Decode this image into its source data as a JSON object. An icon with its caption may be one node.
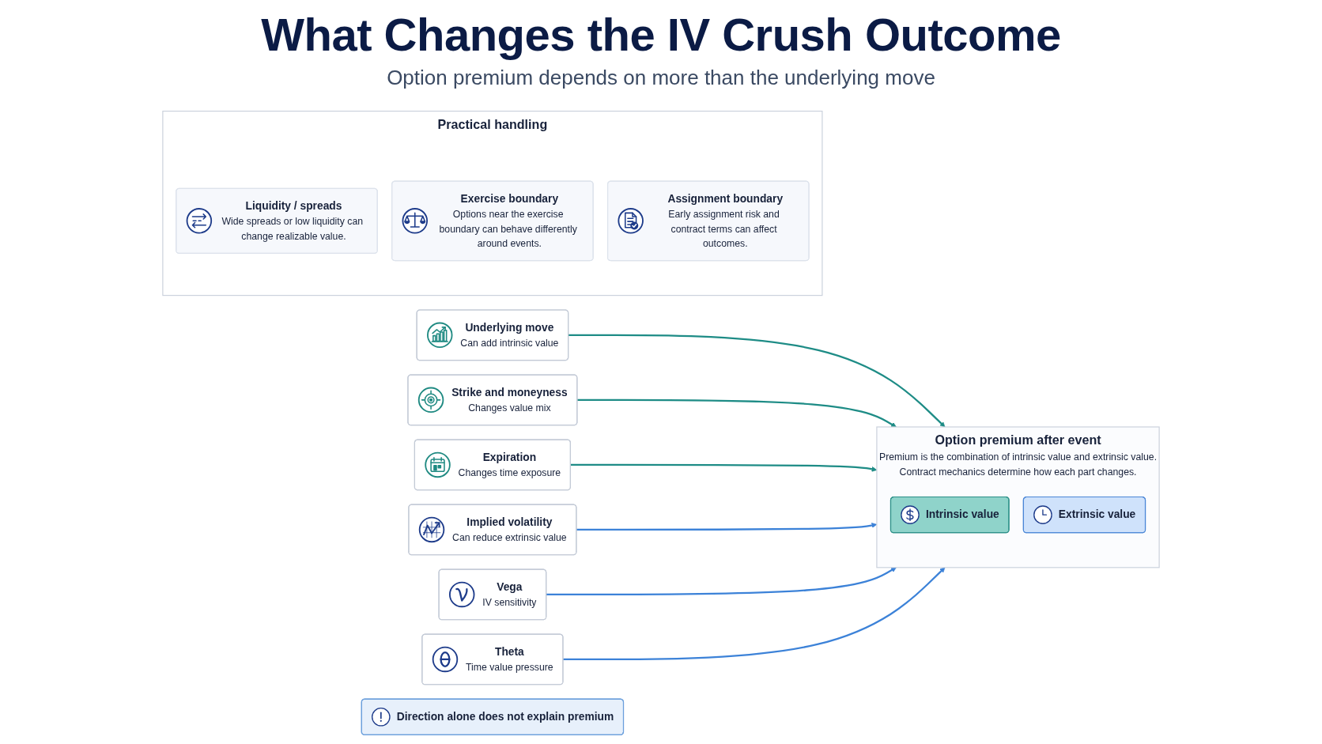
{
  "diagram": {
    "title": "What Changes the IV Crush Outcome",
    "nodes": [
      {
        "text": [
          "Underlying move",
          "Can add intrinsic value"
        ]
      },
      {
        "text": [
          "Strike and moneyness",
          "Changes value mix"
        ]
      },
      {
        "text": [
          "Expiration",
          "Changes time exposure"
        ]
      },
      {
        "text": [
          "Option premium after event",
          "Premium is the combination of intrinsic value and extrinsic value.",
          "Contract mechanics determine how each part changes."
        ]
      },
      {
        "text": [
          "Intrinsic value"
        ],
        "in": 3
      },
      {
        "text": [
          "Extrinsic value"
        ],
        "in": 3
      },
      {
        "text": [
          "Implied volatility",
          "Can reduce extrinsic value"
        ]
      },
      {
        "text": [
          "Vega",
          "IV sensitivity"
        ]
      },
      {
        "text": [
          "Theta",
          "Time value pressure"
        ]
      },
      {
        "text": [
          "Practical handling"
        ]
      },
      {
        "text": [
          "Liquidity / spreads",
          "Wide spreads or low liquidity can change realizable value."
        ],
        "in": 9
      },
      {
        "text": [
          "Exercise boundary",
          "Options near the exercise boundary can behave differently around events."
        ],
        "in": 9
      },
      {
        "text": [
          "Assignment boundary",
          "Early assignment risk and contract terms can affect outcomes."
        ],
        "in": 9
      },
      {
        "text": [
          "Direction alone does not explain premium"
        ]
      }
    ],
    "edges": [
      {
        "from": 0,
        "to": 3,
        "arrow": "to",
        "color": "#1e8c86"
      },
      {
        "from": 1,
        "to": 3,
        "arrow": "to",
        "color": "#1e8c86"
      },
      {
        "from": 2,
        "to": 3,
        "arrow": "to",
        "color": "#1e8c86"
      },
      {
        "from": 6,
        "to": 3,
        "arrow": "to",
        "color": "#3c82d8"
      },
      {
        "from": 7,
        "to": 3,
        "arrow": "to",
        "color": "#3c82d8"
      },
      {
        "from": 8,
        "to": 3,
        "arrow": "to",
        "color": "#3c82d8"
      }
    ],
    "labels": [
      "Option premium depends on more than the underlying move"
    ]
  }
}
